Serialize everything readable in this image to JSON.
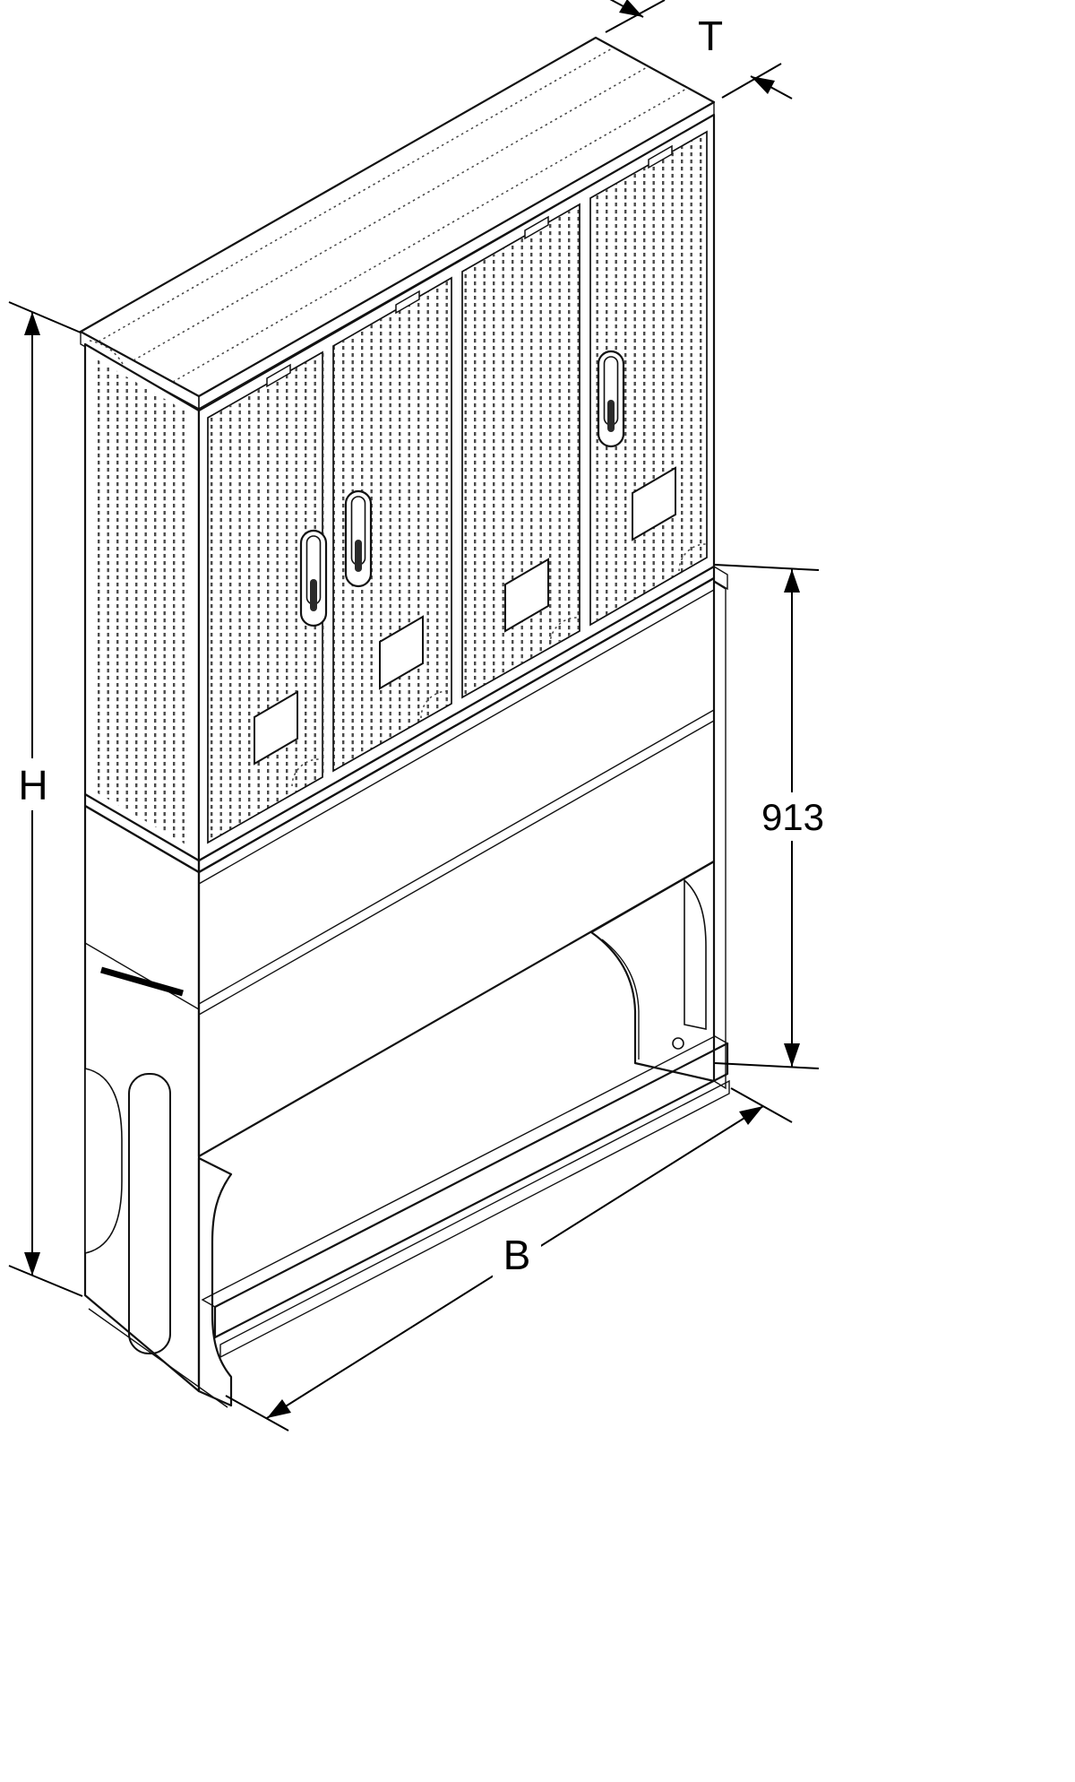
{
  "diagram": {
    "labels": {
      "depth": "T",
      "height": "H",
      "pedestal_height": "913",
      "width": "B"
    },
    "colors": {
      "roof": "#ebebeb",
      "roof_edge": "#e0e0e0",
      "cabinet_face": "#ffffff",
      "pedestal": "#bfbfbf",
      "pedestal_strip": "#d6d6d6",
      "pedestal_side": "#b4b4b4",
      "line": "#111111"
    },
    "doors": 4
  }
}
